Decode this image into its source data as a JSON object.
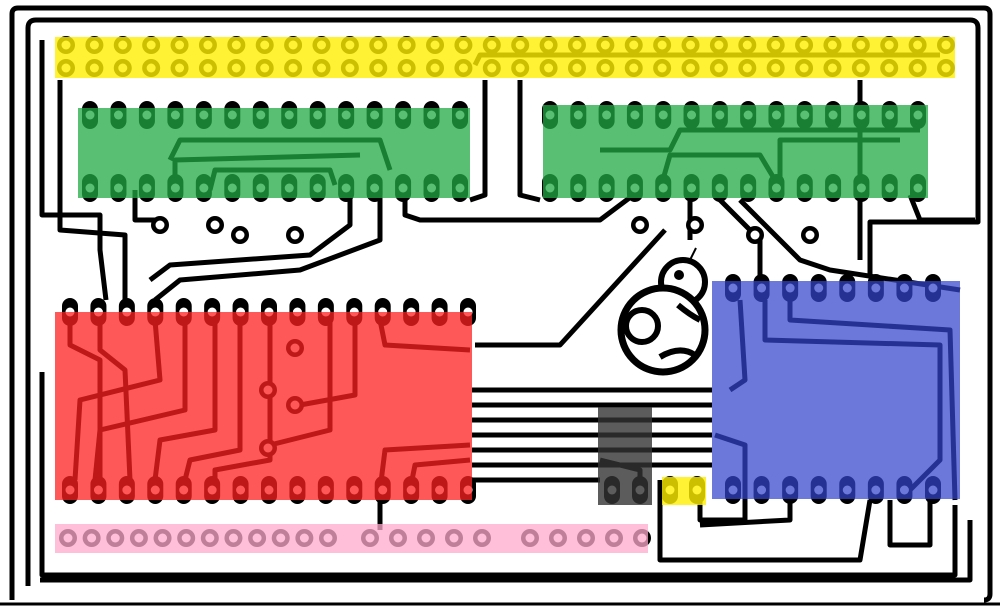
{
  "board": {
    "background": "#ffffff",
    "trace_color": "#000000"
  },
  "components": {
    "top_header": {
      "color": "#ffee00",
      "pins_per_row": 32,
      "rows": 2
    },
    "left_ic": {
      "color": "#22aa44",
      "pins_per_row": 14
    },
    "right_ic": {
      "color": "#22aa44",
      "pins_per_row": 14
    },
    "main_ic": {
      "color": "#ff2020",
      "pins_per_row": 15
    },
    "side_ic": {
      "color": "#3344cc",
      "pins_per_row": 8
    },
    "regulator": {
      "color": "#333333",
      "pins": 2
    },
    "jumper": {
      "color": "#ffee00",
      "pins": 2
    },
    "bottom_header": {
      "color": "#ffaacc",
      "pins": 22
    }
  },
  "logo": {
    "name": "bb8-droid-logo"
  }
}
